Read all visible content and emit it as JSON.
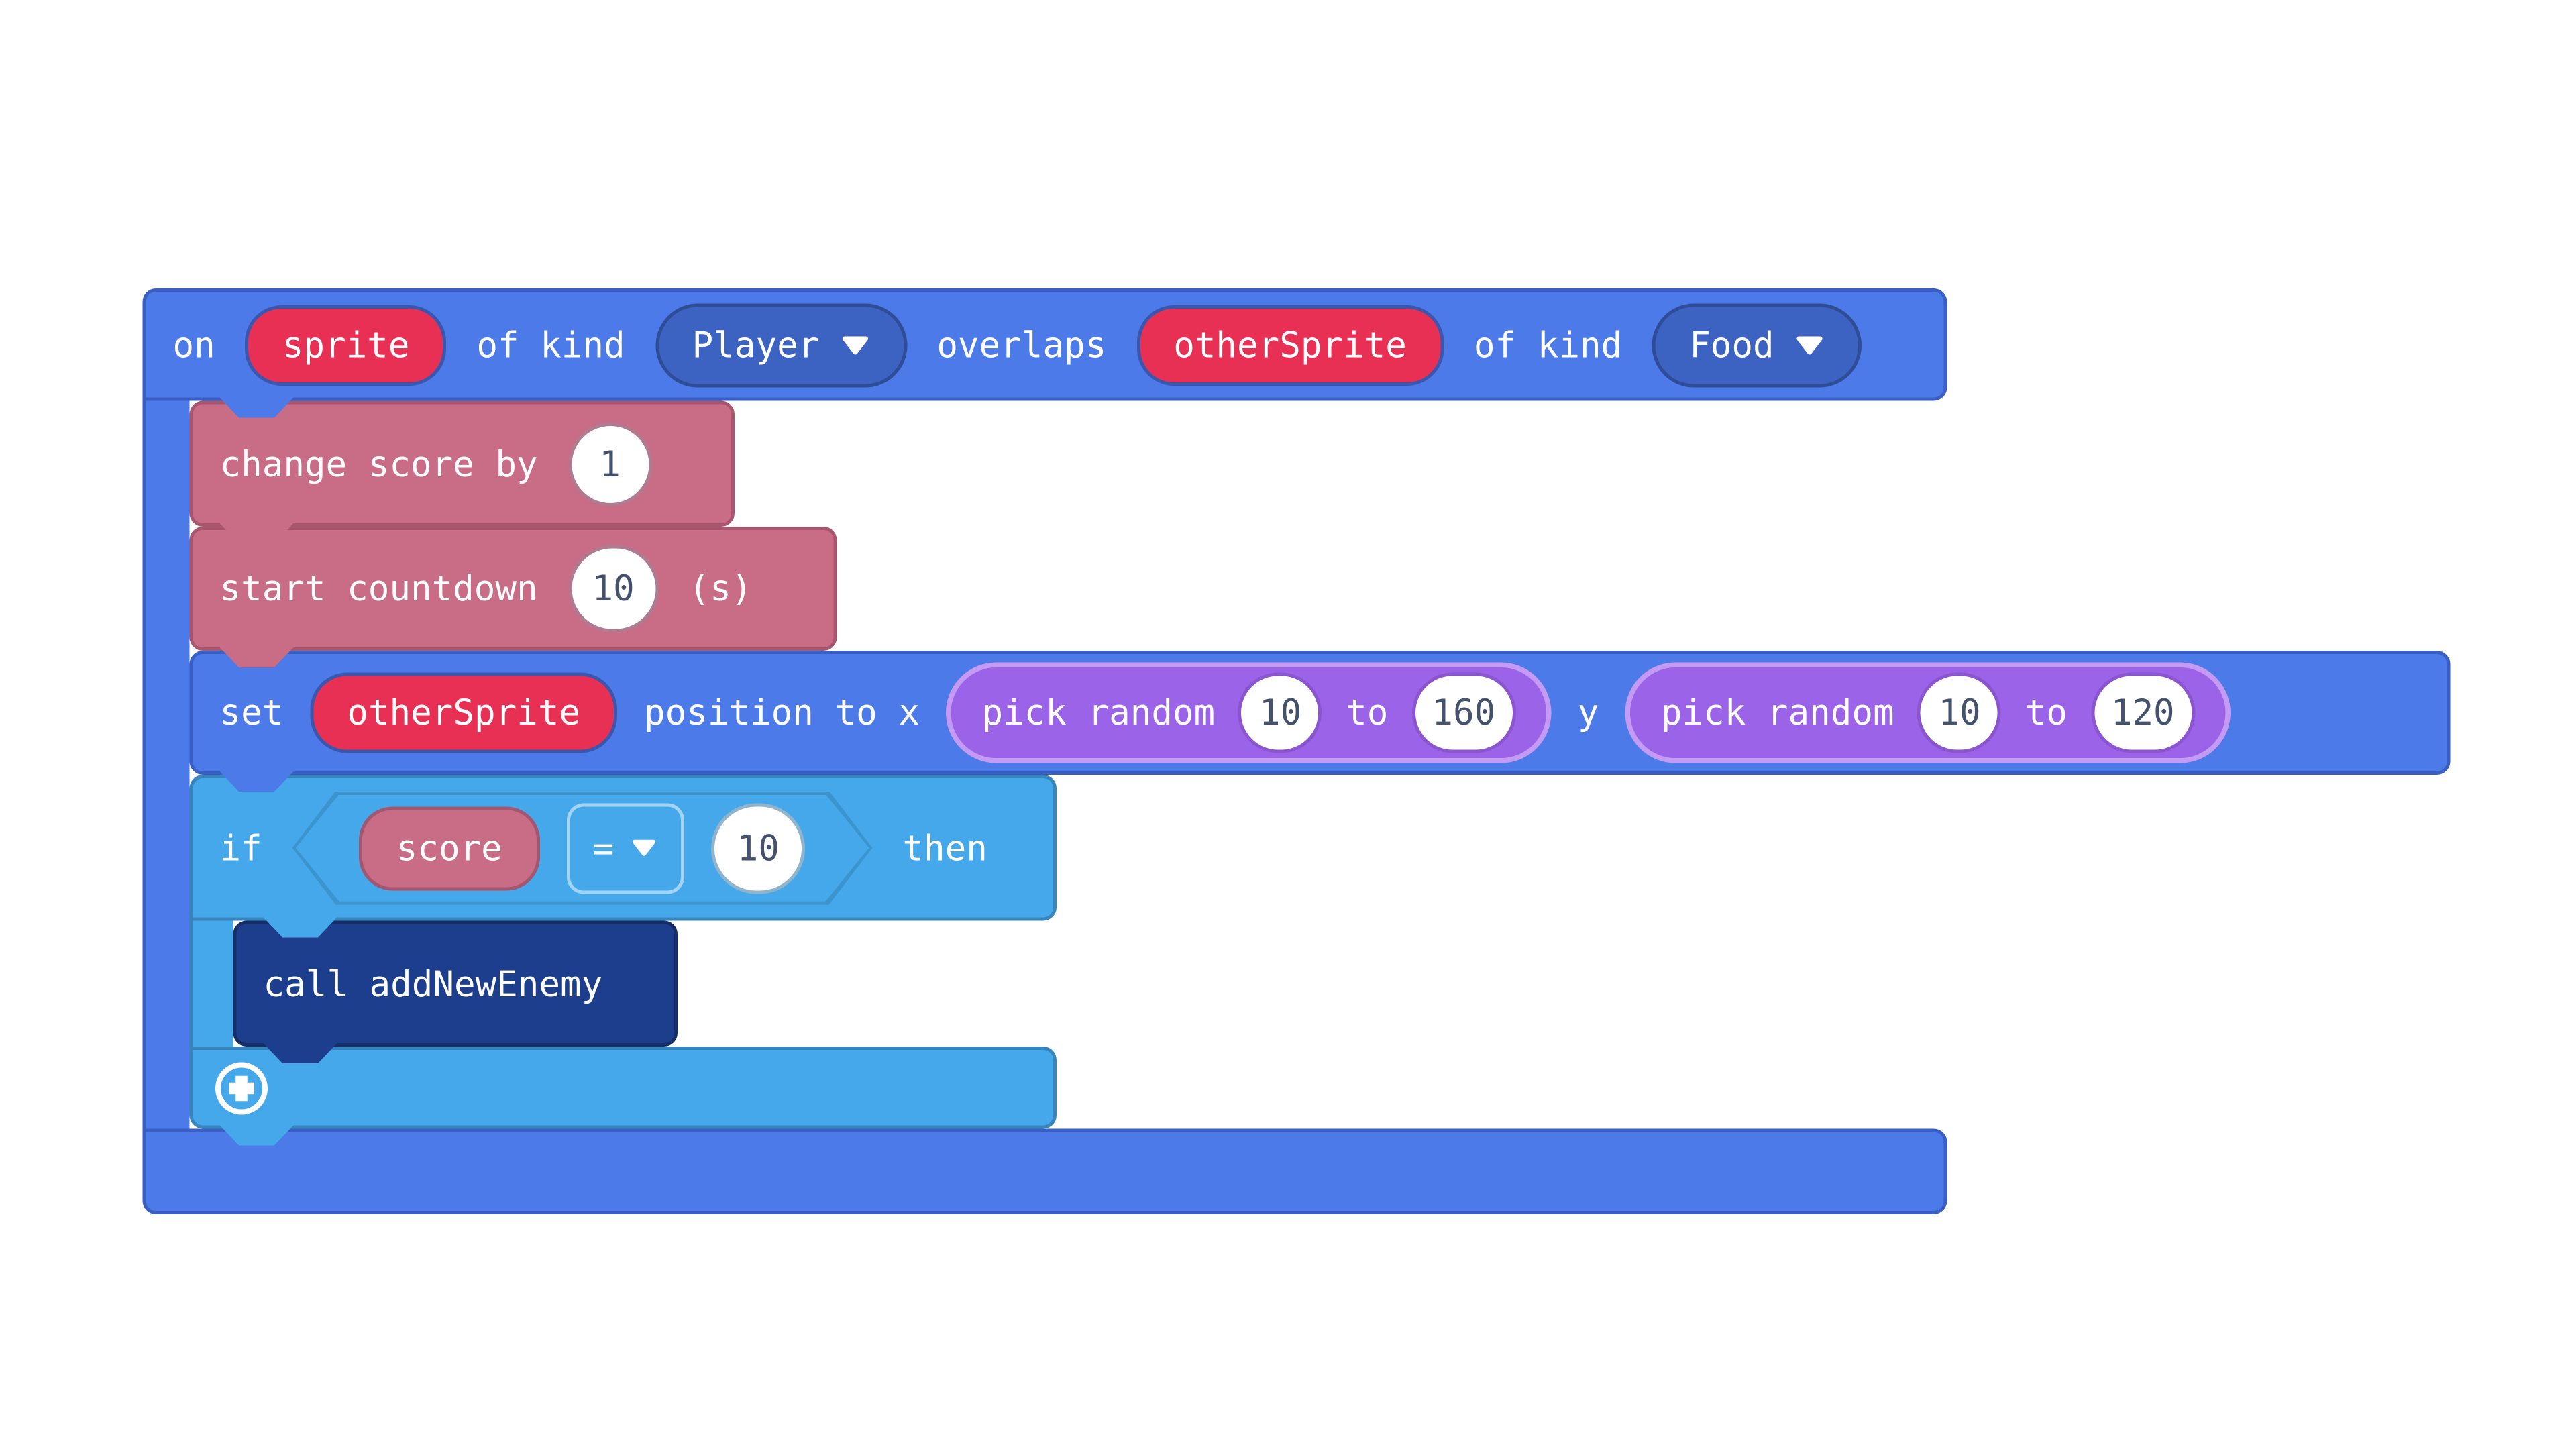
{
  "colors": {
    "event_blue": "#4c7ae8",
    "event_blue_border": "#3a5fc4",
    "dropdown_blue": "#3d63c2",
    "variable_red": "#e83055",
    "info_rose": "#c96d87",
    "info_rose_border": "#a85670",
    "logic_blue": "#45a8eb",
    "logic_blue_border": "#3884bc",
    "math_purple": "#9b63e8",
    "math_purple_border": "#c49af4",
    "function_navy": "#1c3e8c",
    "number_text": "#45526e",
    "canvas_bg": "#ffffff"
  },
  "icons": {
    "dropdown_arrow": "▼",
    "plus_badge": "⊕"
  },
  "blocks": {
    "event": {
      "on": "on",
      "sprite": "sprite",
      "of_kind1": "of kind",
      "kind1": "Player",
      "overlaps": "overlaps",
      "other_sprite": "otherSprite",
      "of_kind2": "of kind",
      "kind2": "Food"
    },
    "change_score": {
      "label": "change score by",
      "value": "1"
    },
    "countdown": {
      "label": "start countdown",
      "value": "10",
      "unit": "(s)"
    },
    "set_position": {
      "set": "set",
      "variable": "otherSprite",
      "label": "position to x",
      "y_label": "y"
    },
    "random_x": {
      "label": "pick random",
      "from": "10",
      "to": "to",
      "max": "160"
    },
    "random_y": {
      "label": "pick random",
      "from": "10",
      "to": "to",
      "max": "120"
    },
    "if": {
      "keyword": "if",
      "variable": "score",
      "operator": "=",
      "value": "10",
      "then": "then"
    },
    "call": {
      "label": "call addNewEnemy"
    }
  }
}
